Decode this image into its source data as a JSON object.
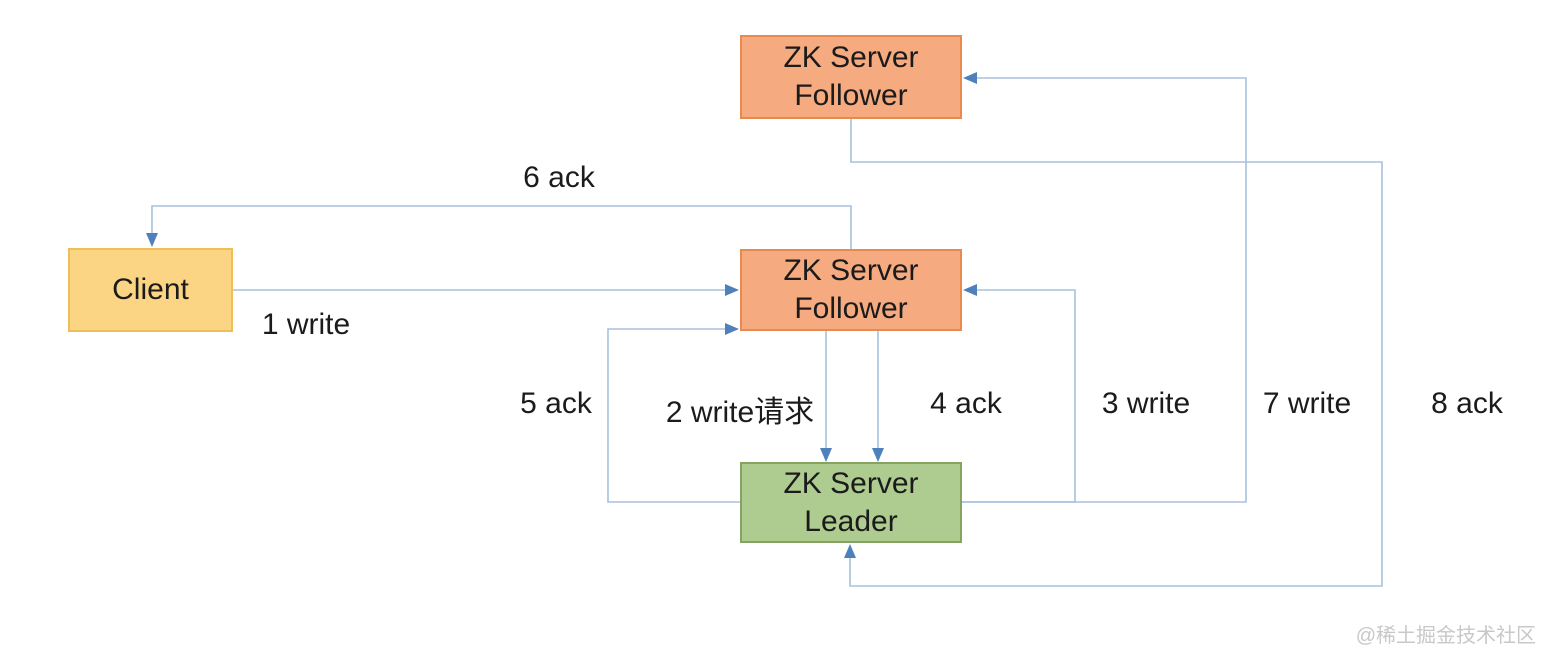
{
  "diagram": {
    "nodes": {
      "follower_top": {
        "line1": "ZK Server",
        "line2": "Follower"
      },
      "client": {
        "label": "Client"
      },
      "follower_mid": {
        "line1": "ZK Server",
        "line2": "Follower"
      },
      "leader": {
        "line1": "ZK Server",
        "line2": "Leader"
      }
    },
    "edge_labels": {
      "e1": "1 write",
      "e2": "2 write请求",
      "e3": "3 write",
      "e4": "4 ack",
      "e5": "5 ack",
      "e6": "6 ack",
      "e7": "7 write",
      "e8": "8 ack"
    }
  },
  "watermark": "@稀土掘金技术社区",
  "colors": {
    "follower_fill": "#F5AA7F",
    "follower_border": "#E8894E",
    "client_fill": "#FBD584",
    "client_border": "#EFBE59",
    "leader_fill": "#AECB90",
    "leader_border": "#85A361",
    "line": "#A7C1DE",
    "arrow": "#4E81BC",
    "text": "#1B1B1B",
    "watermark": "#C8C8C8"
  }
}
